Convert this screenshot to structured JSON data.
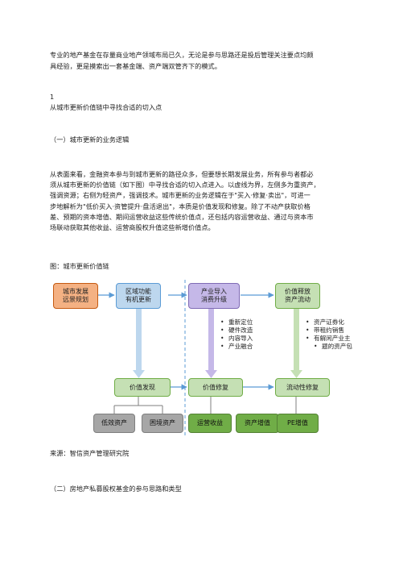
{
  "intro": {
    "line1": "专业的地产基金在存量商业地产领域布局已久，无论是参与思路还是投后管理关注要点均颇",
    "line2": "具经验，更是摸索出一套基金端、资产端双管齐下的模式。"
  },
  "section1": {
    "number": "1",
    "title": "从城市更新价值链中寻找合适的切入点"
  },
  "sub1": {
    "title": "（一）城市更新的业务逻辑"
  },
  "para": {
    "lines": [
      "从表面来看，金融资本参与到城市更新的路径众多，但要想长期发展业务，所有参与者都必",
      "须从城市更新的价值链（如下图）中寻找合适的切入点进入。以虚线为界，左侧多为重资产，",
      "强调资源；右侧为轻资产，强调技术。城市更新的业务逻辑在于\"买入·修复·卖出\"，可进一",
      "步地解析为\"低价买入·资管提升·盘活退出\"，本质是价值发现和修复。除了不动产获取价格",
      "差、预期的资本增值、期间运营收益这些传统价值点，还包括内容运营收益、通过与资本市",
      "场联动获取其他收益、运营商股权升值这些新增价值点。"
    ]
  },
  "figure": {
    "caption": "图：城市更新价值链",
    "source": "来源：智信资产管理研究院"
  },
  "diagram": {
    "top": {
      "city_plan": [
        "城市发展",
        "远景规划"
      ],
      "region": [
        "区域功能",
        "有机更新"
      ],
      "industry": [
        "产业导入",
        "消费升级"
      ],
      "value_release": [
        "价值释放",
        "资产流动"
      ]
    },
    "bullets_mid": [
      "重新定位",
      "硬件改造",
      "内容导入",
      "产业融合"
    ],
    "bullets_right": [
      "资产证券化",
      "带租约销售",
      "有解闲产业主",
      "题的资产包"
    ],
    "middle": {
      "discover": "价值发现",
      "repair": "价值修复",
      "liquidity": "流动性修复"
    },
    "bottom": {
      "undervalued": "低效资产",
      "distressed": "困境资产",
      "ops_income": "运营收益",
      "asset_value": "资产增值",
      "pe_value": "PE增值"
    },
    "colors": {
      "orange": "#f4b183",
      "blue": "#bdd7ee",
      "purple": "#c5b8e8",
      "green": "#c5e0b4",
      "gray": "#a6a6a6",
      "dark_green": "#70ad47",
      "arrow": "#5b9bd5"
    }
  },
  "sub2": {
    "title": "（二）房地产私募股权基金的参与思路和类型"
  }
}
